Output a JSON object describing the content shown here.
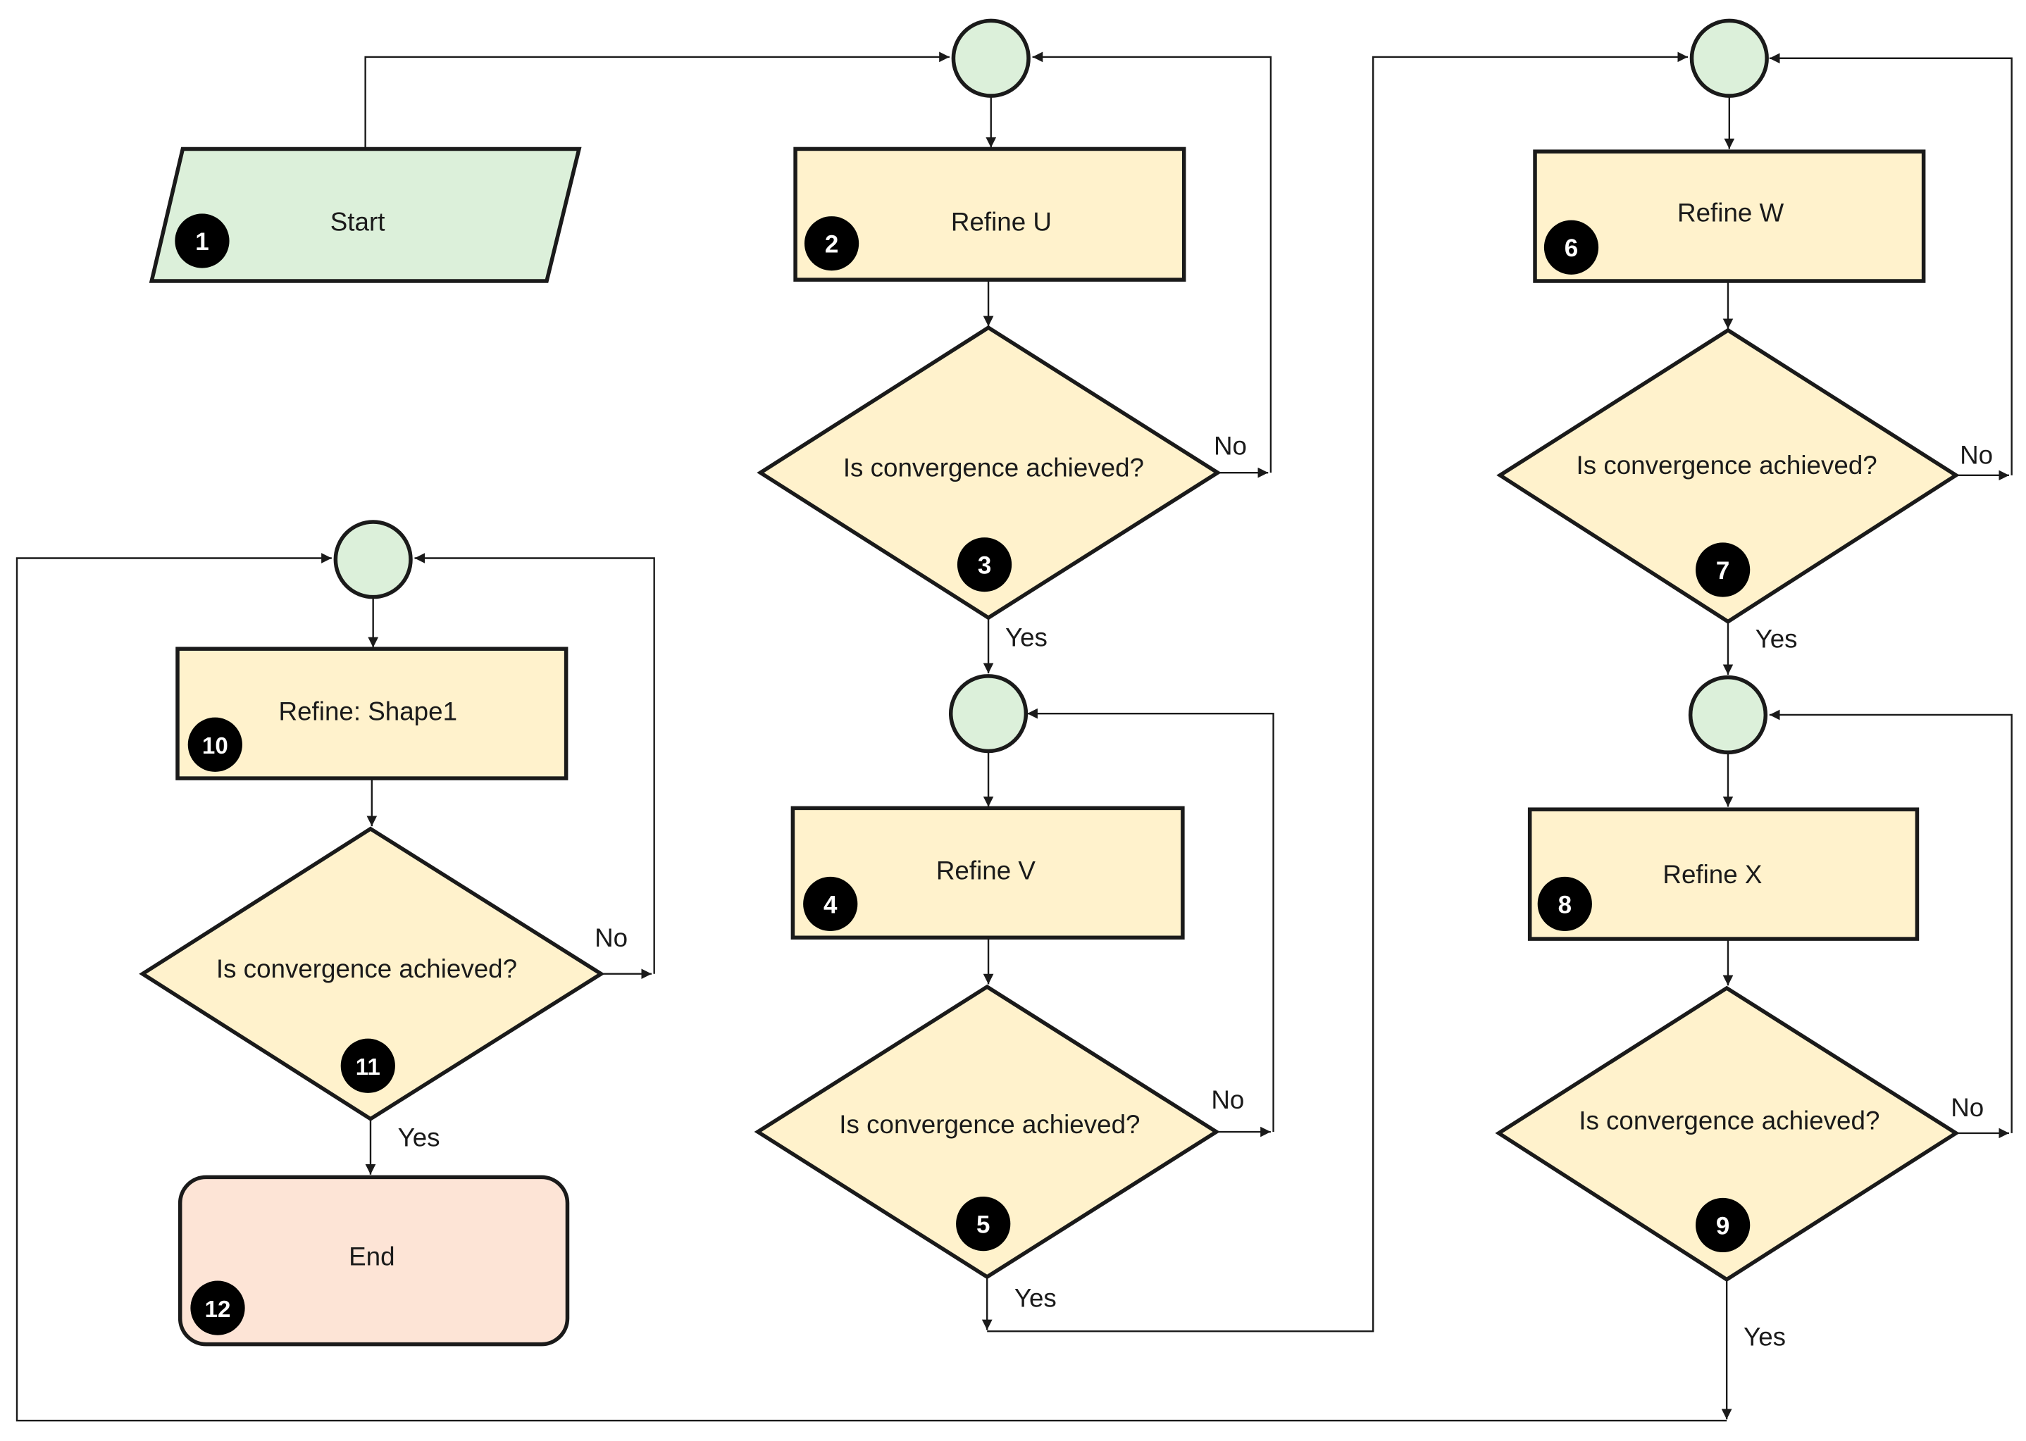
{
  "colors": {
    "start_fill": "#dcf0da",
    "connector_fill": "#dcf0da",
    "process_fill": "#fff2cc",
    "decision_fill": "#fff2cc",
    "end_fill": "#fde4d6",
    "stroke": "#1a1a1a",
    "badge": "#000000",
    "badge_text": "#ffffff"
  },
  "nodes": {
    "start": {
      "label": "Start",
      "badge": "1"
    },
    "refine_u": {
      "label": "Refine U",
      "badge": "2"
    },
    "check_u": {
      "label": "Is convergence achieved?",
      "badge": "3"
    },
    "refine_v": {
      "label": "Refine V",
      "badge": "4"
    },
    "check_v": {
      "label": "Is convergence achieved?",
      "badge": "5"
    },
    "refine_w": {
      "label": "Refine W",
      "badge": "6"
    },
    "check_w": {
      "label": "Is convergence achieved?",
      "badge": "7"
    },
    "refine_x": {
      "label": "Refine X",
      "badge": "8"
    },
    "check_x": {
      "label": "Is convergence achieved?",
      "badge": "9"
    },
    "refine_shape": {
      "label": "Refine: Shape1",
      "badge": "10"
    },
    "check_shape": {
      "label": "Is convergence achieved?",
      "badge": "11"
    },
    "end": {
      "label": "End",
      "badge": "12"
    }
  },
  "edge_labels": {
    "check_u_no": "No",
    "check_u_yes": "Yes",
    "check_v_no": "No",
    "check_v_yes": "Yes",
    "check_w_no": "No",
    "check_w_yes": "Yes",
    "check_x_no": "No",
    "check_x_yes": "Yes",
    "check_shape_no": "No",
    "check_shape_yes": "Yes"
  }
}
